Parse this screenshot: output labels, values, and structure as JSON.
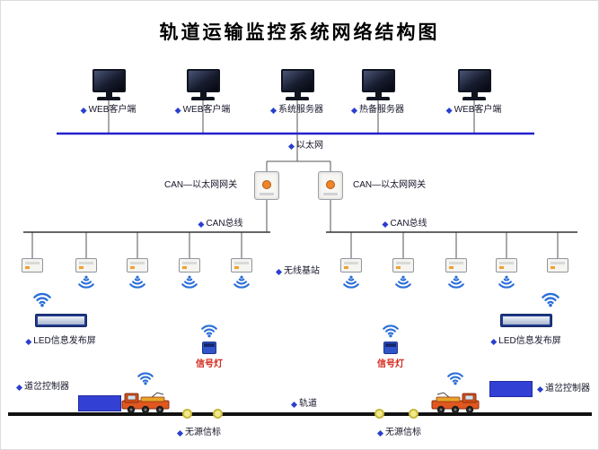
{
  "title": "轨道运输监控系统网络结构图",
  "monitors": [
    {
      "label": "WEB客户端"
    },
    {
      "label": "WEB客户端"
    },
    {
      "label": "系统服务器"
    },
    {
      "label": "热备服务器"
    },
    {
      "label": "WEB客户端"
    }
  ],
  "network": {
    "ethernet_label": "以太网",
    "gateway_left_label": "CAN—以太网网关",
    "gateway_right_label": "CAN—以太网网关",
    "can_bus_left_label": "CAN总线",
    "can_bus_right_label": "CAN总线",
    "base_station_label": "无线基站"
  },
  "field_devices": {
    "led_left_label": "LED信息发布屏",
    "led_right_label": "LED信息发布屏",
    "signal_left_label": "信号灯",
    "signal_right_label": "信号灯",
    "switch_left_label": "道岔控制器",
    "switch_right_label": "道岔控制器",
    "track_label": "轨道",
    "beacon_left_label": "无源信标",
    "beacon_right_label": "无源信标"
  },
  "colors": {
    "ethernet_line": "#2222cc",
    "wire": "#555555",
    "wifi_blue": "#2b6fd6",
    "signal_label_red": "#d42a1e",
    "controller_blue": "#3340d4",
    "beacon_yellow": "#f2e98b",
    "locomotive_orange": "#e0571f",
    "track_black": "#111111"
  }
}
